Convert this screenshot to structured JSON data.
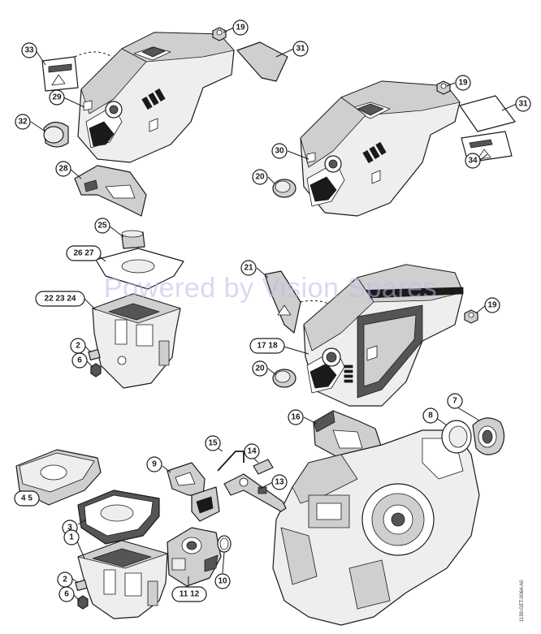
{
  "watermark": "Powered by Vision Spares",
  "drawing_code": "1139-GET-0064-A0",
  "callouts": [
    {
      "id": "c19a",
      "label": "19"
    },
    {
      "id": "c31a",
      "label": "31"
    },
    {
      "id": "c33",
      "label": "33"
    },
    {
      "id": "c29",
      "label": "29"
    },
    {
      "id": "c32",
      "label": "32"
    },
    {
      "id": "c28",
      "label": "28"
    },
    {
      "id": "c25",
      "label": "25"
    },
    {
      "id": "c2627",
      "label": "26 27"
    },
    {
      "id": "c222324",
      "label": "22 23 24"
    },
    {
      "id": "c2a",
      "label": "2"
    },
    {
      "id": "c6a",
      "label": "6"
    },
    {
      "id": "c19b",
      "label": "19"
    },
    {
      "id": "c31b",
      "label": "31"
    },
    {
      "id": "c30",
      "label": "30"
    },
    {
      "id": "c20a",
      "label": "20"
    },
    {
      "id": "c34",
      "label": "34"
    },
    {
      "id": "c21",
      "label": "21"
    },
    {
      "id": "c19c",
      "label": "19"
    },
    {
      "id": "c1718",
      "label": "17 18"
    },
    {
      "id": "c20b",
      "label": "20"
    },
    {
      "id": "c16",
      "label": "16"
    },
    {
      "id": "c7",
      "label": "7"
    },
    {
      "id": "c8",
      "label": "8"
    },
    {
      "id": "c15",
      "label": "15"
    },
    {
      "id": "c14",
      "label": "14"
    },
    {
      "id": "c9",
      "label": "9"
    },
    {
      "id": "c13",
      "label": "13"
    },
    {
      "id": "c45",
      "label": "4 5"
    },
    {
      "id": "c3",
      "label": "3"
    },
    {
      "id": "c1",
      "label": "1"
    },
    {
      "id": "c2b",
      "label": "2"
    },
    {
      "id": "c6b",
      "label": "6"
    },
    {
      "id": "c1112",
      "label": "11 12"
    },
    {
      "id": "c10",
      "label": "10"
    }
  ]
}
